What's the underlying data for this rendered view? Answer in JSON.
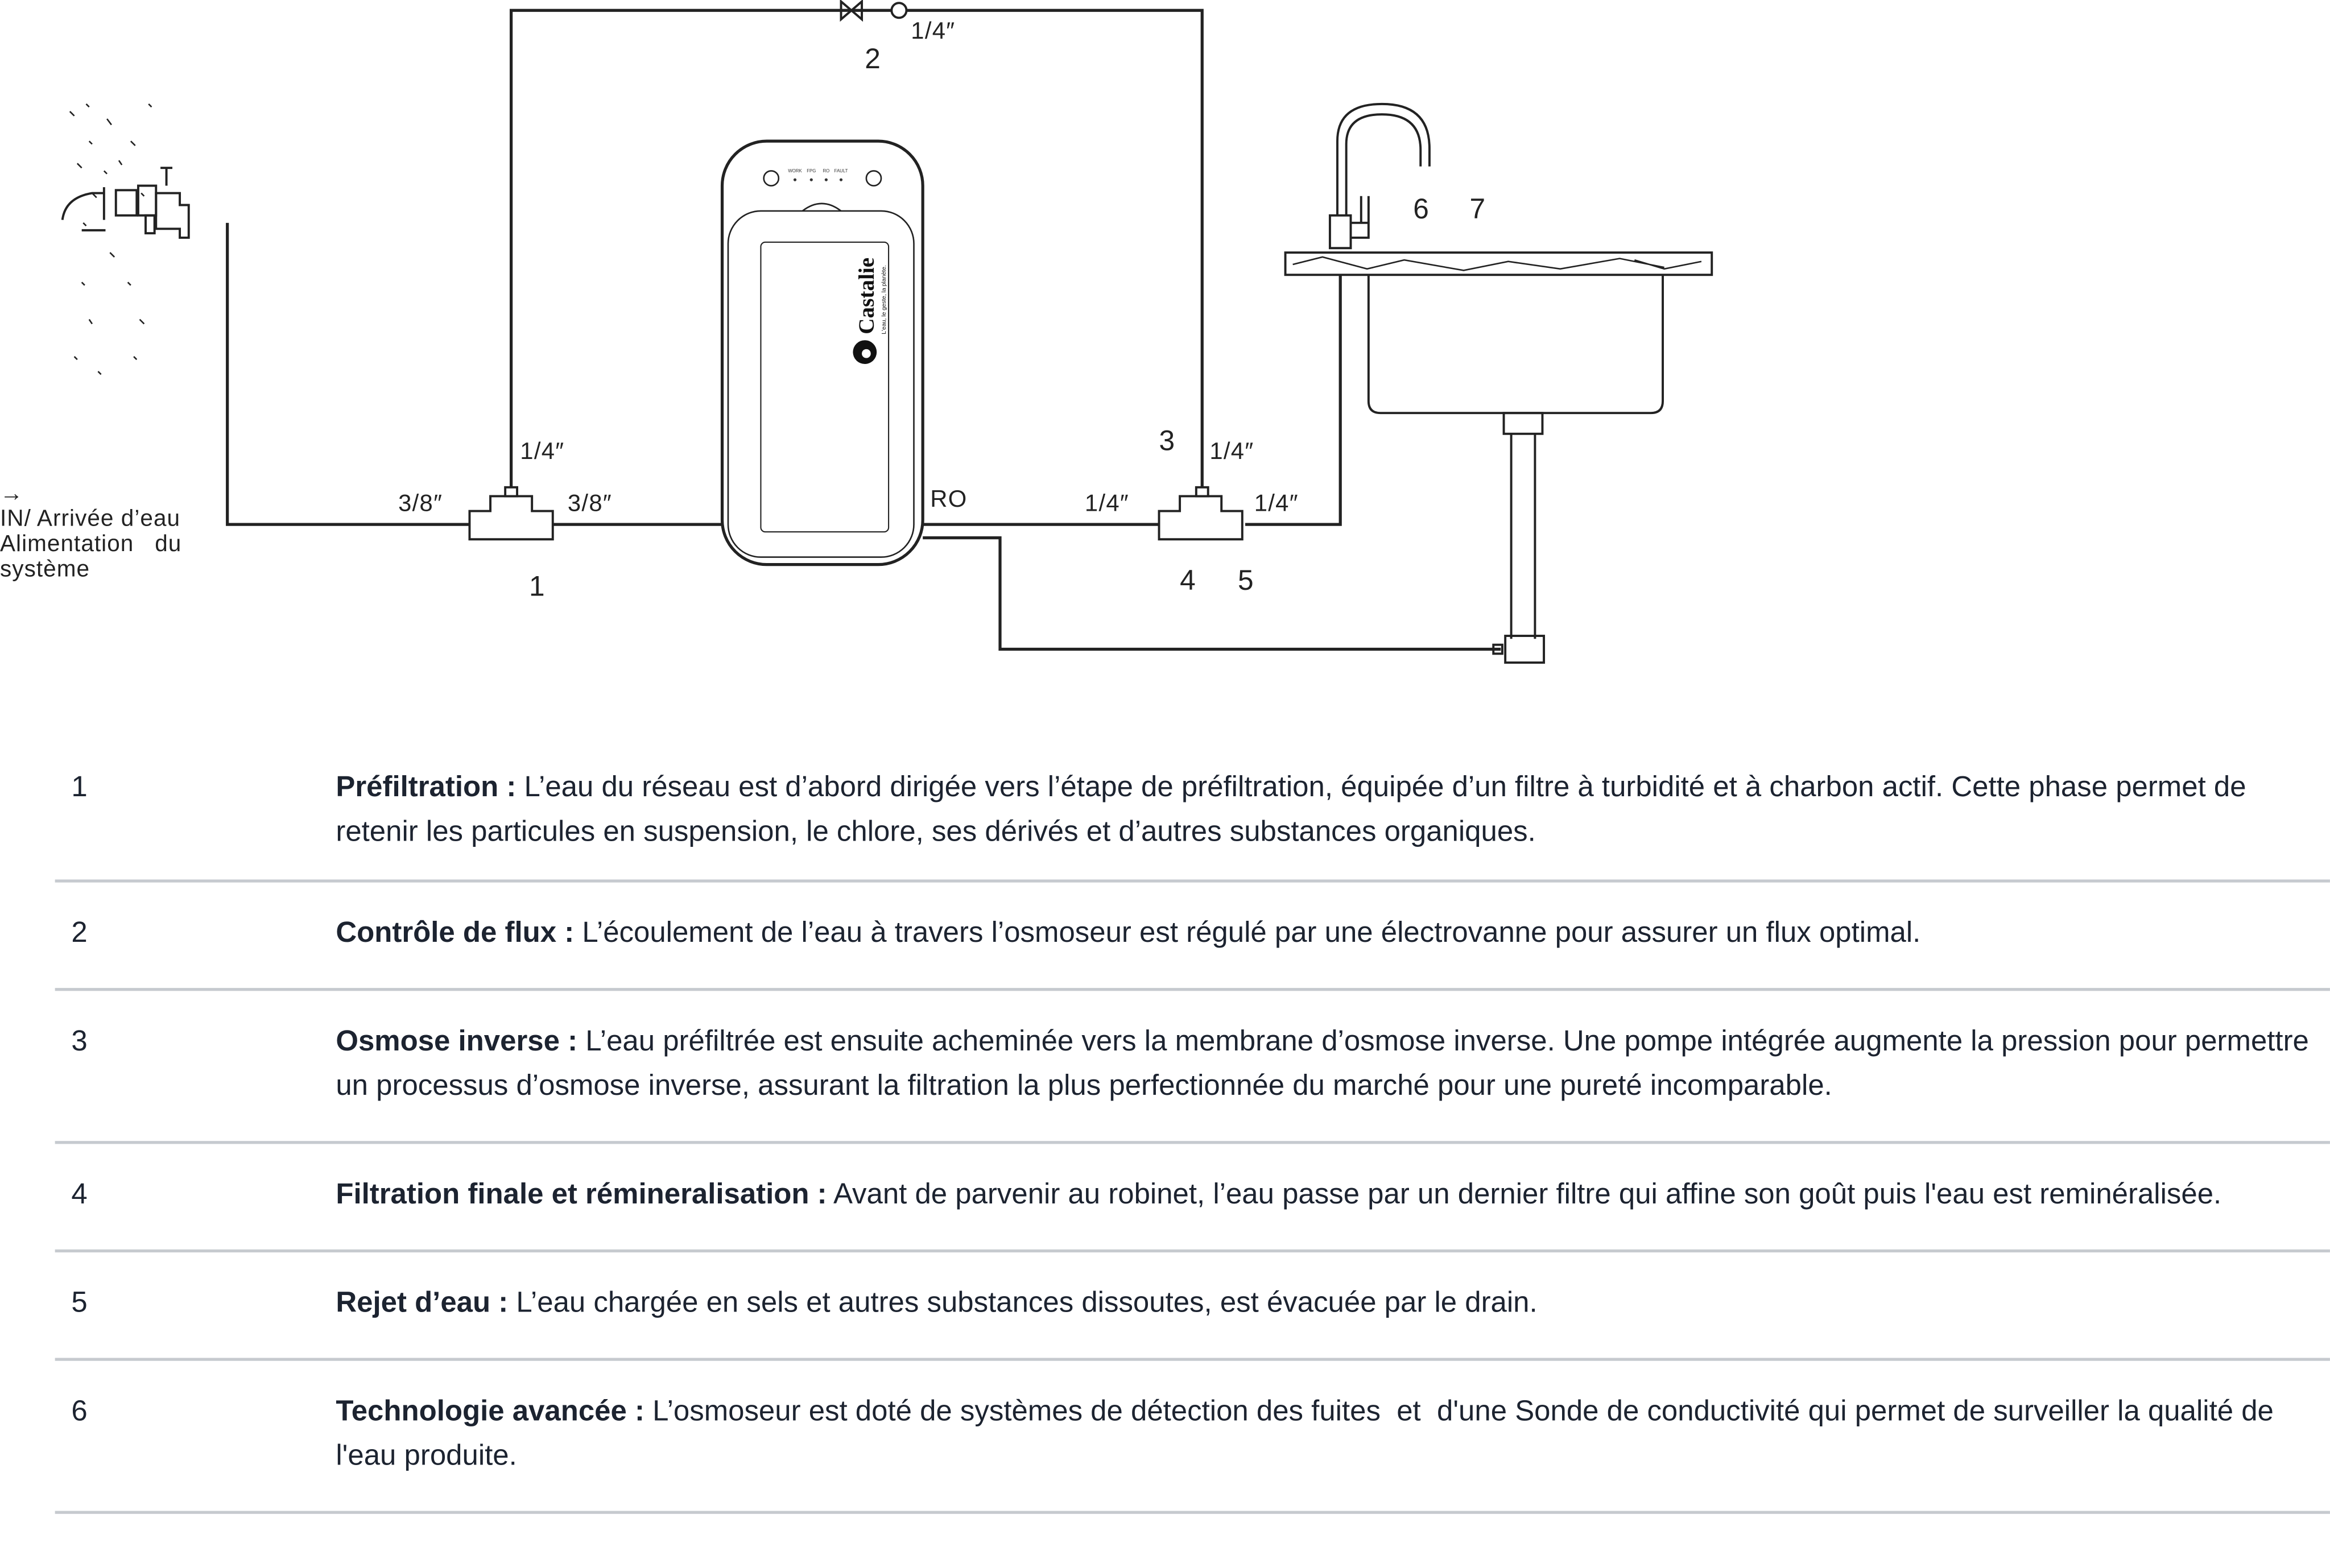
{
  "diagram": {
    "inlet_arrow": "→",
    "inlet_line1": "IN/ Arrivée d’eau",
    "inlet_line2": "Alimentation   du",
    "inlet_line3": "système",
    "size_labels": {
      "valve": "1/4″",
      "tee1_up": "1/4″",
      "tee1_left": "3/8″",
      "tee1_right": "3/8″",
      "ro": "RO",
      "tee2_left": "1/4″",
      "tee2_up": "1/4″",
      "tee2_right": "1/4″"
    },
    "markers": [
      "1",
      "2",
      "3",
      "4",
      "5",
      "6",
      "7"
    ],
    "brand": "Castalie",
    "brand_tagline": "L'eau, le geste, la planète.",
    "panel_labels": [
      "WORK",
      "FPG",
      "RO",
      "FAULT"
    ]
  },
  "steps": [
    {
      "number": "1",
      "title": "Préfiltration :",
      "text": " L’eau du réseau est d’abord dirigée vers l’étape de préfiltration, équipée d’un filtre à turbidité et à charbon actif. Cette phase permet de retenir les particules en suspension, le chlore, ses dérivés et d’autres substances organiques."
    },
    {
      "number": "2",
      "title": "Contrôle de flux :",
      "text": " L’écoulement de l’eau à travers l’osmoseur est régulé par une électrovanne pour assurer un flux optimal."
    },
    {
      "number": "3",
      "title": "Osmose inverse :",
      "text": " L’eau préfiltrée est ensuite acheminée vers la membrane d’osmose inverse. Une pompe intégrée augmente la pression pour permettre un processus d’osmose inverse, assurant la filtration la plus perfectionnée du marché pour une pureté incomparable."
    },
    {
      "number": "4",
      "title": "Filtration finale et rémineralisation :",
      "text": " Avant de parvenir au robinet, l’eau passe par un dernier filtre qui affine son goût puis l'eau est reminéralisée."
    },
    {
      "number": "5",
      "title": "Rejet d’eau :",
      "text": " L’eau chargée en sels et autres substances dissoutes, est évacuée par le drain."
    },
    {
      "number": "6",
      "title": "Technologie avancée :",
      "text": " L’osmoseur est doté de systèmes de détection des fuites  et  d'une Sonde de conductivité qui permet de surveiller la qualité de l'eau produite."
    }
  ]
}
